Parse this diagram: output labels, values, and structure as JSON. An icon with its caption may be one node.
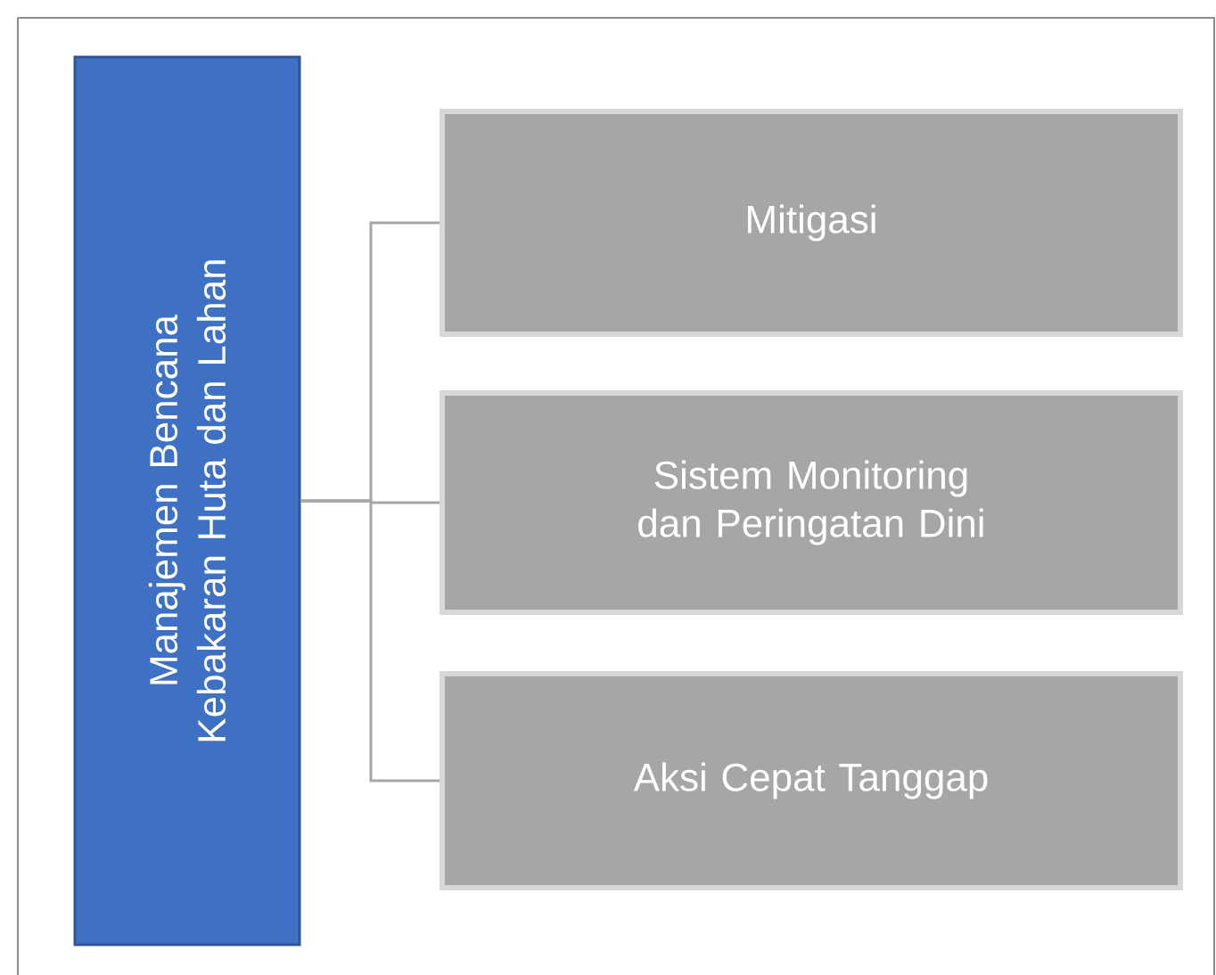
{
  "diagram": {
    "nodes": [
      {
        "text": [
          "Manajemen Bencana Kebakaran Huta dan Lahan"
        ]
      },
      {
        "text": [
          "Mitigasi"
        ]
      },
      {
        "text": [
          "Sistem Monitoring dan Peringatan Dini"
        ]
      },
      {
        "text": [
          "Aksi Cepat Tanggap"
        ]
      }
    ],
    "edges": [
      {
        "from": 0,
        "to": 1,
        "arrow": "none"
      },
      {
        "from": 0,
        "to": 2,
        "arrow": "none"
      },
      {
        "from": 0,
        "to": 3,
        "arrow": "none"
      }
    ]
  }
}
